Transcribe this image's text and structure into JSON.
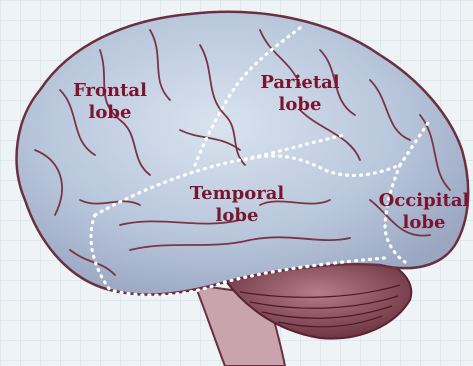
{
  "lobes": [
    {
      "key": "frontal",
      "line1": "Frontal",
      "line2": "lobe"
    },
    {
      "key": "parietal",
      "line1": "Parietal",
      "line2": "lobe"
    },
    {
      "key": "temporal",
      "line1": "Temporal",
      "line2": "lobe"
    },
    {
      "key": "occipital",
      "line1": "Occipital",
      "line2": "lobe"
    }
  ],
  "colors": {
    "background": "#eef3f6",
    "grid": "#cfdde6",
    "brain_fill": "#bccbe0",
    "brain_outline": "#6b3040",
    "sulci": "#7a3545",
    "boundary_dots": "#ffffff",
    "label": "#7a1530",
    "cerebellum": "#8a4a56"
  }
}
